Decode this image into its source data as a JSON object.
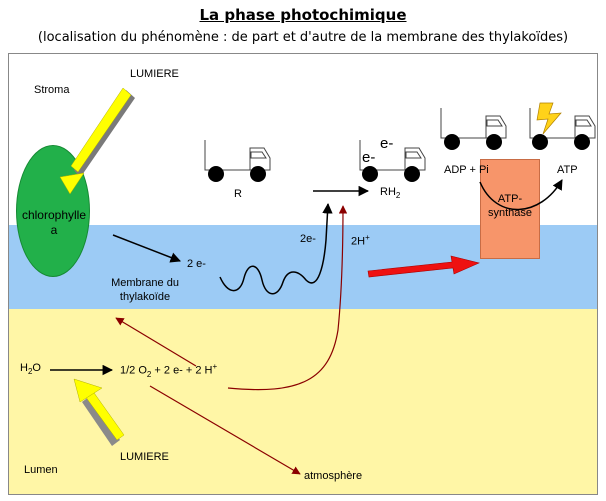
{
  "title": "La phase photochimique",
  "subtitle": "(localisation du phénomène : de part et d'autre de la membrane des thylakoïdes)",
  "regions": {
    "stroma": "Stroma",
    "membrane_line1": "Membrane du",
    "membrane_line2": "thylakoïde",
    "lumen": "Lumen"
  },
  "light": {
    "top": "LUMIERE",
    "bottom": "LUMIERE"
  },
  "chlorophyll": {
    "line1": "chlorophylle",
    "line2": "a"
  },
  "electrons": {
    "two_e": "2 e-",
    "two_e_right": "2e-",
    "e_label_a": "e-",
    "e_label_b": "e-"
  },
  "protons": {
    "label": "2H",
    "sup": "+"
  },
  "reduction": {
    "r": "R",
    "rh2": "RH",
    "rh2_sub": "2"
  },
  "atp": {
    "adp_pi": "ADP + Pi",
    "atp": "ATP",
    "synthase_line1": "ATP-",
    "synthase_line2": "synthase"
  },
  "water": {
    "h": "H",
    "h_sub": "2",
    "o": "O",
    "products_a": "1/2 O",
    "products_sub": "2",
    "products_b": " + 2 e- + 2 H",
    "products_sup": "+"
  },
  "atmosphere": "atmosphère",
  "colors": {
    "membrane": "#9ccbf5",
    "lumen": "#fff6a6",
    "chlorophyll": "#22b04a",
    "synthase": "#f7956a",
    "light_arrow": "#ffff00",
    "proton_arrow": "#ee1111",
    "path_arrow": "#8b0000"
  }
}
